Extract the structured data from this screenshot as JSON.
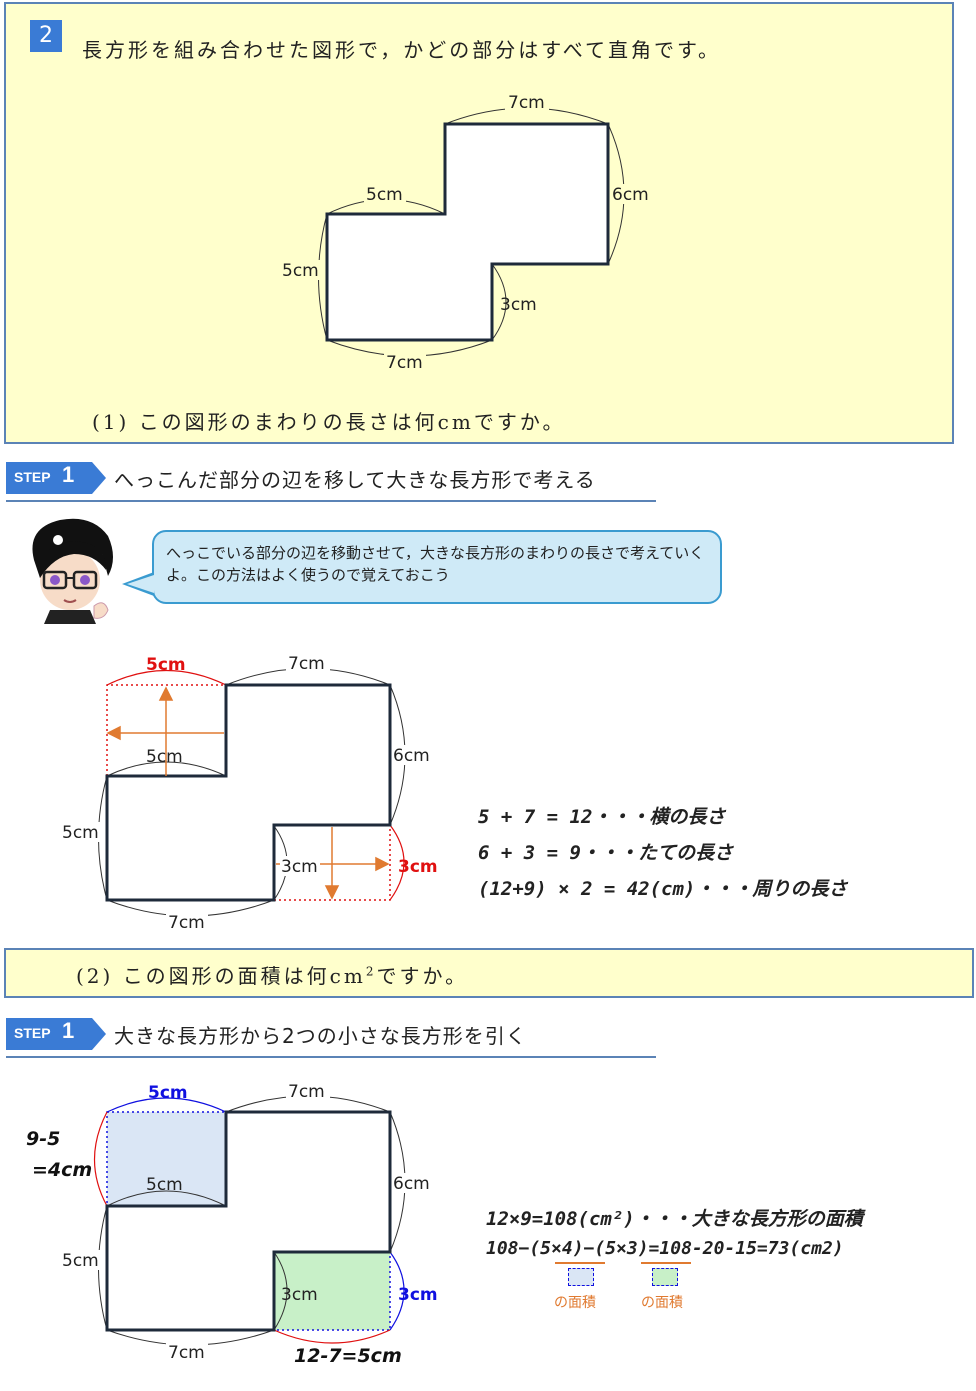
{
  "question": {
    "number": "2",
    "title": "長方形を組み合わせた図形で，かどの部分はすべて直角です。",
    "q1": "(1) この図形のまわりの長さは何cmですか。",
    "q2_pre": "(2) この図形の面積は何cm",
    "q2_sup": "2",
    "q2_post": "ですか。"
  },
  "labels": {
    "top": "7cm",
    "upper_left": "5cm",
    "right": "6cm",
    "left": "5cm",
    "step_right": "3cm",
    "bottom": "7cm"
  },
  "step1": {
    "badge_word": "STEP",
    "badge_num": "1",
    "text": "へっこんだ部分の辺を移して大きな長方形で考える",
    "bubble": "へっこでいる部分の辺を移動させて，大きな長方形のまわりの長さで考えていくよ。この方法はよく使うので覚えておこう",
    "moved_top": "5cm",
    "moved_right": "3cm",
    "calc": [
      "5 + 7 = 12・・・横の長さ",
      "6 + 3 = 9・・・たての長さ",
      "(12+9) × 2 = 42(cm)・・・周りの長さ"
    ]
  },
  "step2": {
    "badge_word": "STEP",
    "badge_num": "1",
    "text": "大きな長方形から2つの小さな長方形を引く",
    "blue_top": "5cm",
    "blue_right": "3cm",
    "left_calc_1": "9-5",
    "left_calc_2": "=4cm",
    "bottom_calc": "12-7=5cm",
    "calc_1": "12×9=108(cm²)・・・大きな長方形の面積",
    "calc_2": "108−(5×4)−(5×3)=108-20-15=73(cm2)",
    "legend_1": "の面積",
    "legend_2": "の面積"
  },
  "colors": {
    "accent": "#3a7bd5",
    "question_bg": "#ffffcc",
    "red": "#e01010",
    "blue": "#1010e0",
    "orange": "#e07a30",
    "blue_fill": "#dae6f5",
    "green_fill": "#c8f0c8"
  }
}
